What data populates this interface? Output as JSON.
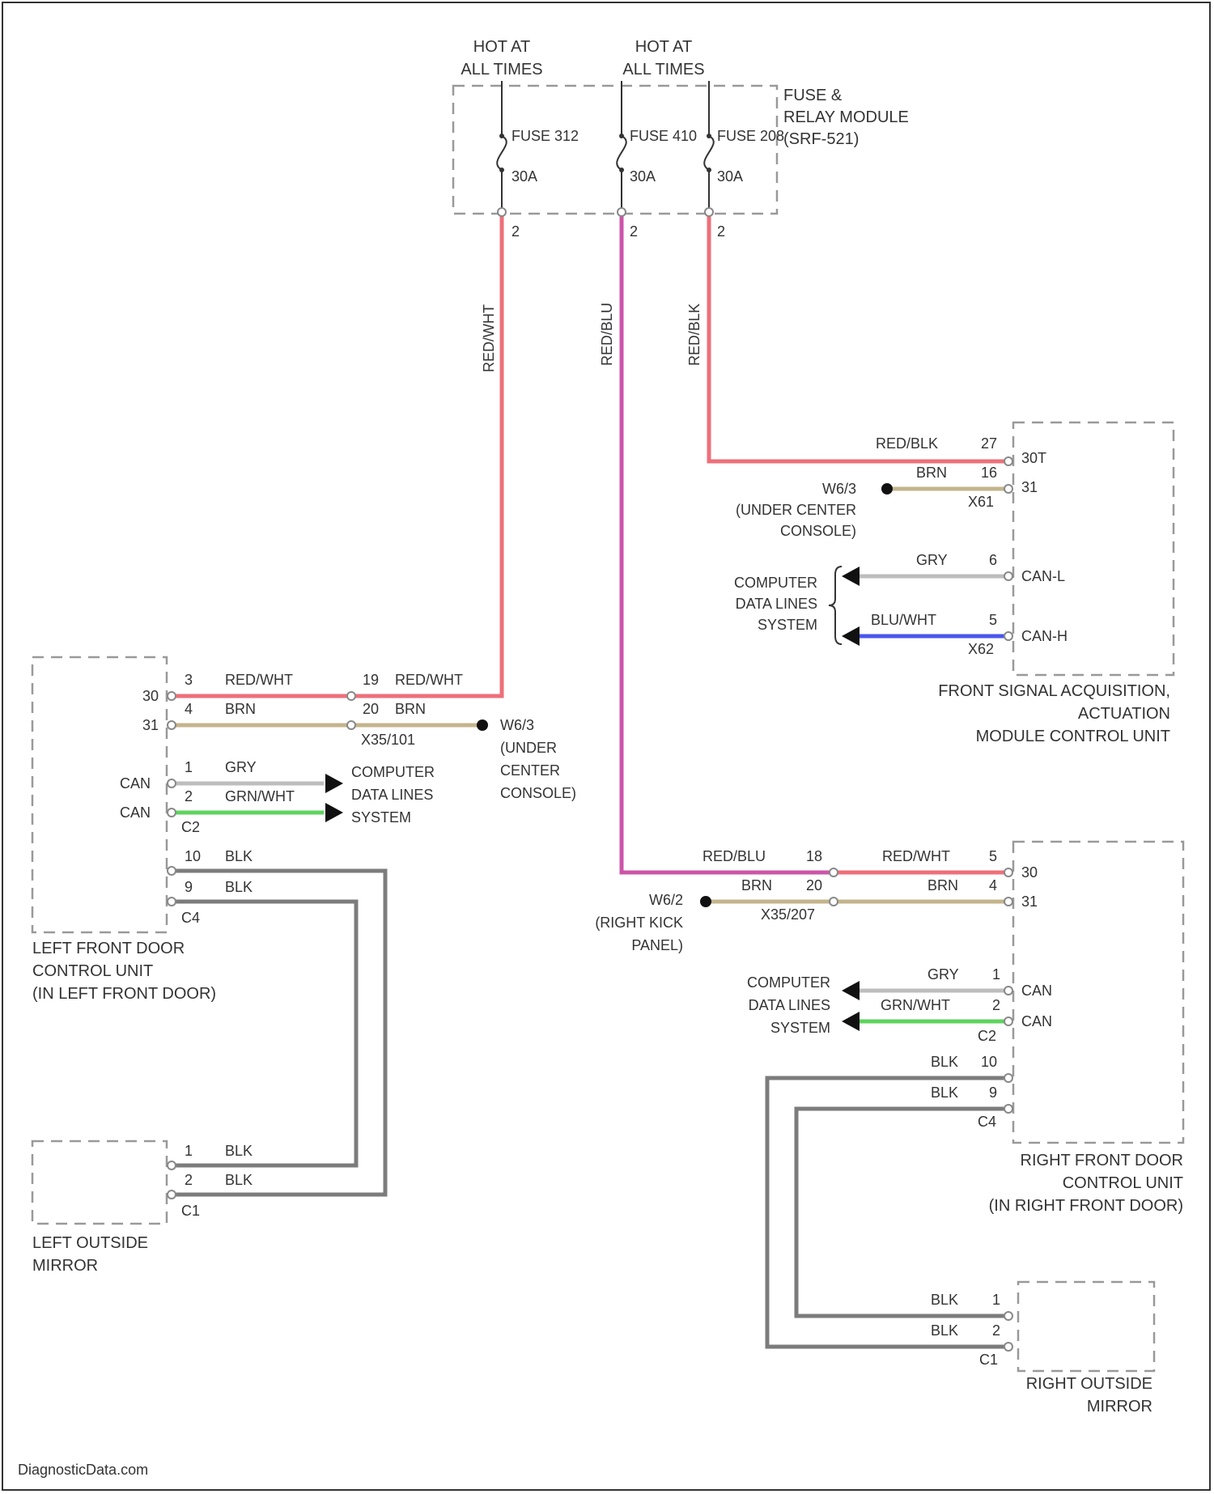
{
  "colors": {
    "red": "#ee6f7a",
    "violet": "#cc55a8",
    "brown": "#c4b48c",
    "gray": "#bdbdbd",
    "green": "#5fd35f",
    "blue": "#4a56ee",
    "black": "#7c7c7c",
    "box": "#999999",
    "text": "#333333"
  },
  "power": {
    "hot_left": [
      "HOT AT",
      "ALL TIMES"
    ],
    "hot_right": [
      "HOT AT",
      "ALL TIMES"
    ],
    "module": [
      "FUSE &",
      "RELAY MODULE",
      "(SRF-521)"
    ],
    "fuses": [
      {
        "label": "FUSE 312",
        "rating": "30A",
        "pin": "2"
      },
      {
        "label": "FUSE 410",
        "rating": "30A",
        "pin": "2"
      },
      {
        "label": "FUSE 208",
        "rating": "30A",
        "pin": "2"
      }
    ],
    "riser_left": "RED/WHT",
    "riser_mid": "RED/BLU",
    "riser_right": "RED/BLK"
  },
  "fsam": {
    "name": [
      "FRONT SIGNAL ACQUISITION,",
      "ACTUATION",
      "MODULE CONTROL UNIT"
    ],
    "red_wire": "RED/BLK",
    "red_pin": "27",
    "red_term": "30T",
    "brn_wire": "BRN",
    "brn_pin": "16",
    "brn_term": "31",
    "conn1": "X61",
    "ground": [
      "W6/3",
      "(UNDER CENTER",
      "CONSOLE)"
    ],
    "cdl": [
      "COMPUTER",
      "DATA LINES",
      "SYSTEM"
    ],
    "can_l_wire": "GRY",
    "can_l_pin": "6",
    "can_l_term": "CAN-L",
    "can_h_wire": "BLU/WHT",
    "can_h_pin": "5",
    "can_h_term": "CAN-H",
    "conn2": "X62"
  },
  "left_door": {
    "name": [
      "LEFT FRONT DOOR",
      "CONTROL UNIT",
      "(IN LEFT FRONT DOOR)"
    ],
    "term30": "30",
    "term31": "31",
    "pin_red": "3",
    "wire_red": "RED/WHT",
    "pin_brn": "4",
    "wire_brn": "BRN",
    "sep_pin_red": "19",
    "sep_wire_red": "RED/WHT",
    "sep_pin_brn": "20",
    "sep_wire_brn": "BRN",
    "sep_conn": "X35/101",
    "ground": [
      "W6/3",
      "(UNDER",
      "CENTER",
      "CONSOLE)"
    ],
    "can_term1": "CAN",
    "can_term2": "CAN",
    "can_pin1": "1",
    "can_wire1": "GRY",
    "can_pin2": "2",
    "can_wire2": "GRN/WHT",
    "can_conn": "C2",
    "cdl": [
      "COMPUTER",
      "DATA LINES",
      "SYSTEM"
    ],
    "blk_pin1": "10",
    "blk_wire1": "BLK",
    "blk_pin2": "9",
    "blk_wire2": "BLK",
    "blk_conn": "C4"
  },
  "left_mirror": {
    "name": [
      "LEFT OUTSIDE",
      "MIRROR"
    ],
    "pin1": "1",
    "wire1": "BLK",
    "pin2": "2",
    "wire2": "BLK",
    "conn": "C1"
  },
  "right_door": {
    "name": [
      "RIGHT FRONT DOOR",
      "CONTROL UNIT",
      "(IN RIGHT FRONT DOOR)"
    ],
    "in_wire_red": "RED/BLU",
    "in_pin_red": "18",
    "in_wire_brn": "BRN",
    "in_pin_brn": "20",
    "sep_conn": "X35/207",
    "wire_red": "RED/WHT",
    "pin_red": "5",
    "term30": "30",
    "wire_brn": "BRN",
    "pin_brn": "4",
    "term31": "31",
    "ground": [
      "W6/2",
      "(RIGHT KICK",
      "PANEL)"
    ],
    "cdl": [
      "COMPUTER",
      "DATA LINES",
      "SYSTEM"
    ],
    "can_wire1": "GRY",
    "can_pin1": "1",
    "can_term1": "CAN",
    "can_wire2": "GRN/WHT",
    "can_pin2": "2",
    "can_term2": "CAN",
    "can_conn": "C2",
    "blk_wire1": "BLK",
    "blk_pin1": "10",
    "blk_wire2": "BLK",
    "blk_pin2": "9",
    "blk_conn": "C4"
  },
  "right_mirror": {
    "name": [
      "RIGHT OUTSIDE",
      "MIRROR"
    ],
    "wire1": "BLK",
    "pin1": "1",
    "wire2": "BLK",
    "pin2": "2",
    "conn": "C1"
  },
  "credit": "DiagnosticData.com"
}
